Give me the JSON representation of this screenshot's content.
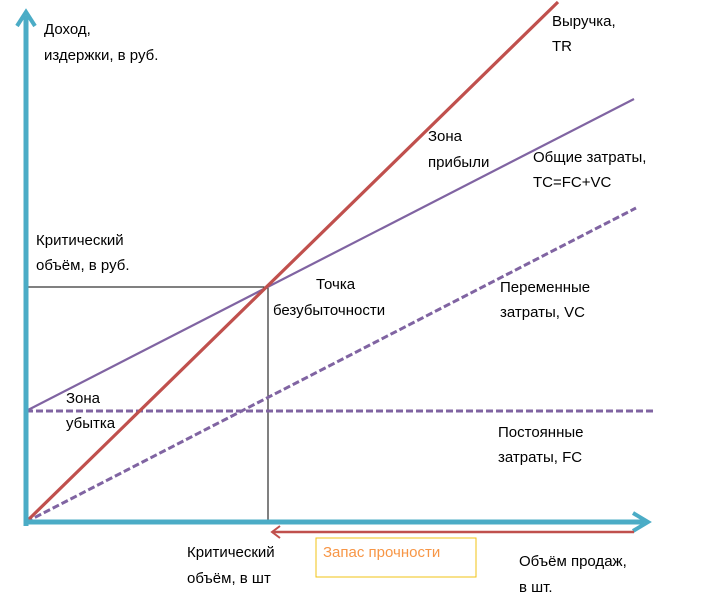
{
  "labels": {
    "y_axis_line1": "Доход,",
    "y_axis_line2": "издержки, в руб.",
    "tr_line1": "Выручка,",
    "tr_line2": "TR",
    "profit_line1": "Зона",
    "profit_line2": "прибыли",
    "tc_line1": "Общие затраты,",
    "tc_line2": "TC=FC+VC",
    "crit_rub_line1": "Критический",
    "crit_rub_line2": "объём, в руб.",
    "bep_line1": "Точка",
    "bep_line2": "безубыточности",
    "vc_line1": "Переменные",
    "vc_line2": "затраты, VC",
    "loss_line1": "Зона",
    "loss_line2": "убытка",
    "fc_line1": "Постоянные",
    "fc_line2": "затраты, FC",
    "crit_qty_line1": "Критический",
    "crit_qty_line2": "объём, в шт",
    "safety_margin": "Запас прочности",
    "x_axis_line1": "Объём продаж,",
    "x_axis_line2": "в шт."
  },
  "colors": {
    "axis": "#4bacc6",
    "revenue": "#c0504d",
    "costs": "#8064a2",
    "safety_text": "#f79646",
    "safety_box": "#f2c314"
  }
}
